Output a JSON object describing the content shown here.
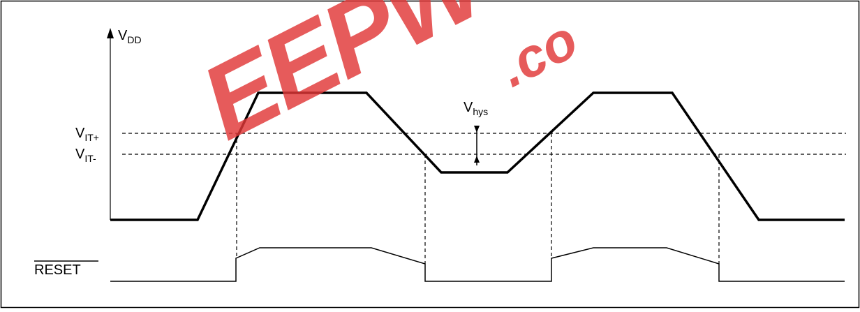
{
  "labels": {
    "vdd": {
      "main": "V",
      "sub": "DD"
    },
    "vit_plus": {
      "main": "V",
      "sub": "IT+"
    },
    "vit_minus": {
      "main": "V",
      "sub": "IT-"
    },
    "vhys": {
      "main": "V",
      "sub": "hys"
    },
    "reset": "RESET"
  },
  "watermark": {
    "text": "EEPW",
    "suffix": ".co"
  },
  "colors": {
    "line": "#000000",
    "watermark": "#e13737"
  }
}
